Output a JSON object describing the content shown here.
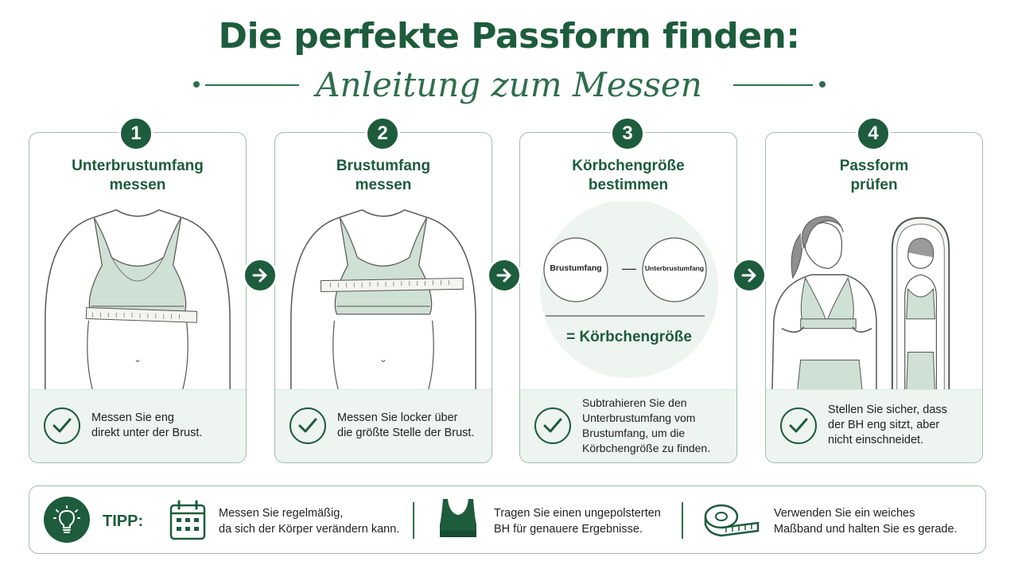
{
  "header": {
    "title": "Die perfekte Passform finden:",
    "subtitle": "Anleitung zum Messen"
  },
  "steps": [
    {
      "number": "1",
      "title_line1": "Unterbrustumfang",
      "title_line2": "messen",
      "text_line1": "Messen Sie eng",
      "text_line2": "direkt unter der Brust."
    },
    {
      "number": "2",
      "title_line1": "Brustumfang",
      "title_line2": "messen",
      "text_line1": "Messen Sie locker über",
      "text_line2": "die größte Stelle der Brust."
    },
    {
      "number": "3",
      "title_line1": "Körbchengröße",
      "title_line2": "bestimmen",
      "text_line1": "Subtrahieren Sie den",
      "text_line2": "Unterbrustumfang vom",
      "text_line3": "Brustumfang, um die",
      "text_line4": "Körbchengröße zu finden.",
      "formula": {
        "left": "Brustumfang",
        "operator": "—",
        "right": "Unterbrustumfang",
        "result": "= Körbchengröße"
      }
    },
    {
      "number": "4",
      "title_line1": "Passform",
      "title_line2": "prüfen",
      "text_line1": "Stellen Sie sicher, dass",
      "text_line2": "der BH eng sitzt, aber",
      "text_line3": "nicht einschneidet."
    }
  ],
  "tips": {
    "label": "TIPP:",
    "items": [
      {
        "icon": "calendar-icon",
        "line1": "Messen Sie regelmäßig,",
        "line2": "da sich der Körper verändern kann."
      },
      {
        "icon": "bra-icon",
        "line1": "Tragen Sie einen ungepolsterten",
        "line2": "BH für genauere Ergebnisse."
      },
      {
        "icon": "measuring-tape-icon",
        "line1": "Verwenden Sie ein weiches",
        "line2": "Maßband und halten Sie es gerade."
      }
    ]
  },
  "colors": {
    "primary": "#1d5c3c",
    "accent_light": "#cfe0d4",
    "background_soft": "#eef4f0"
  },
  "icons": {
    "arrow": "arrow-right-icon",
    "check": "check-circle-icon",
    "tip": "lightbulb-icon"
  }
}
